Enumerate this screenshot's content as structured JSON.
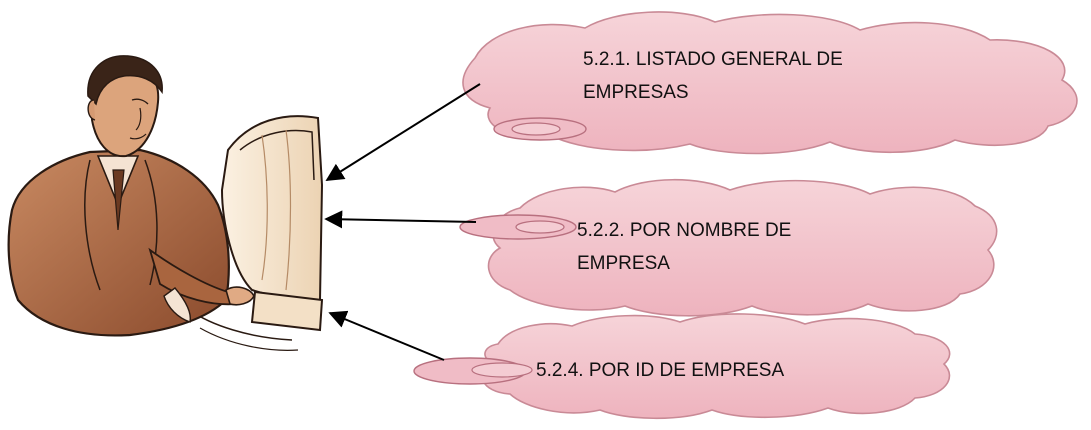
{
  "figure": {
    "icon": "businessman-at-computer-icon",
    "colors": {
      "cloud_fill": "#f2c1c9",
      "cloud_stroke": "#c98a96",
      "skin": "#d9a07a",
      "suit": "#9a5a3a",
      "monitor": "#f3e0c6",
      "outline": "#2a1a12"
    }
  },
  "callouts": [
    {
      "line1": "5.2.1. LISTADO GENERAL  DE",
      "line2": "EMPRESAS"
    },
    {
      "line1": "5.2.2. POR NOMBRE DE",
      "line2": "EMPRESA"
    },
    {
      "line1": "5.2.4. POR  ID DE EMPRESA",
      "line2": ""
    }
  ]
}
